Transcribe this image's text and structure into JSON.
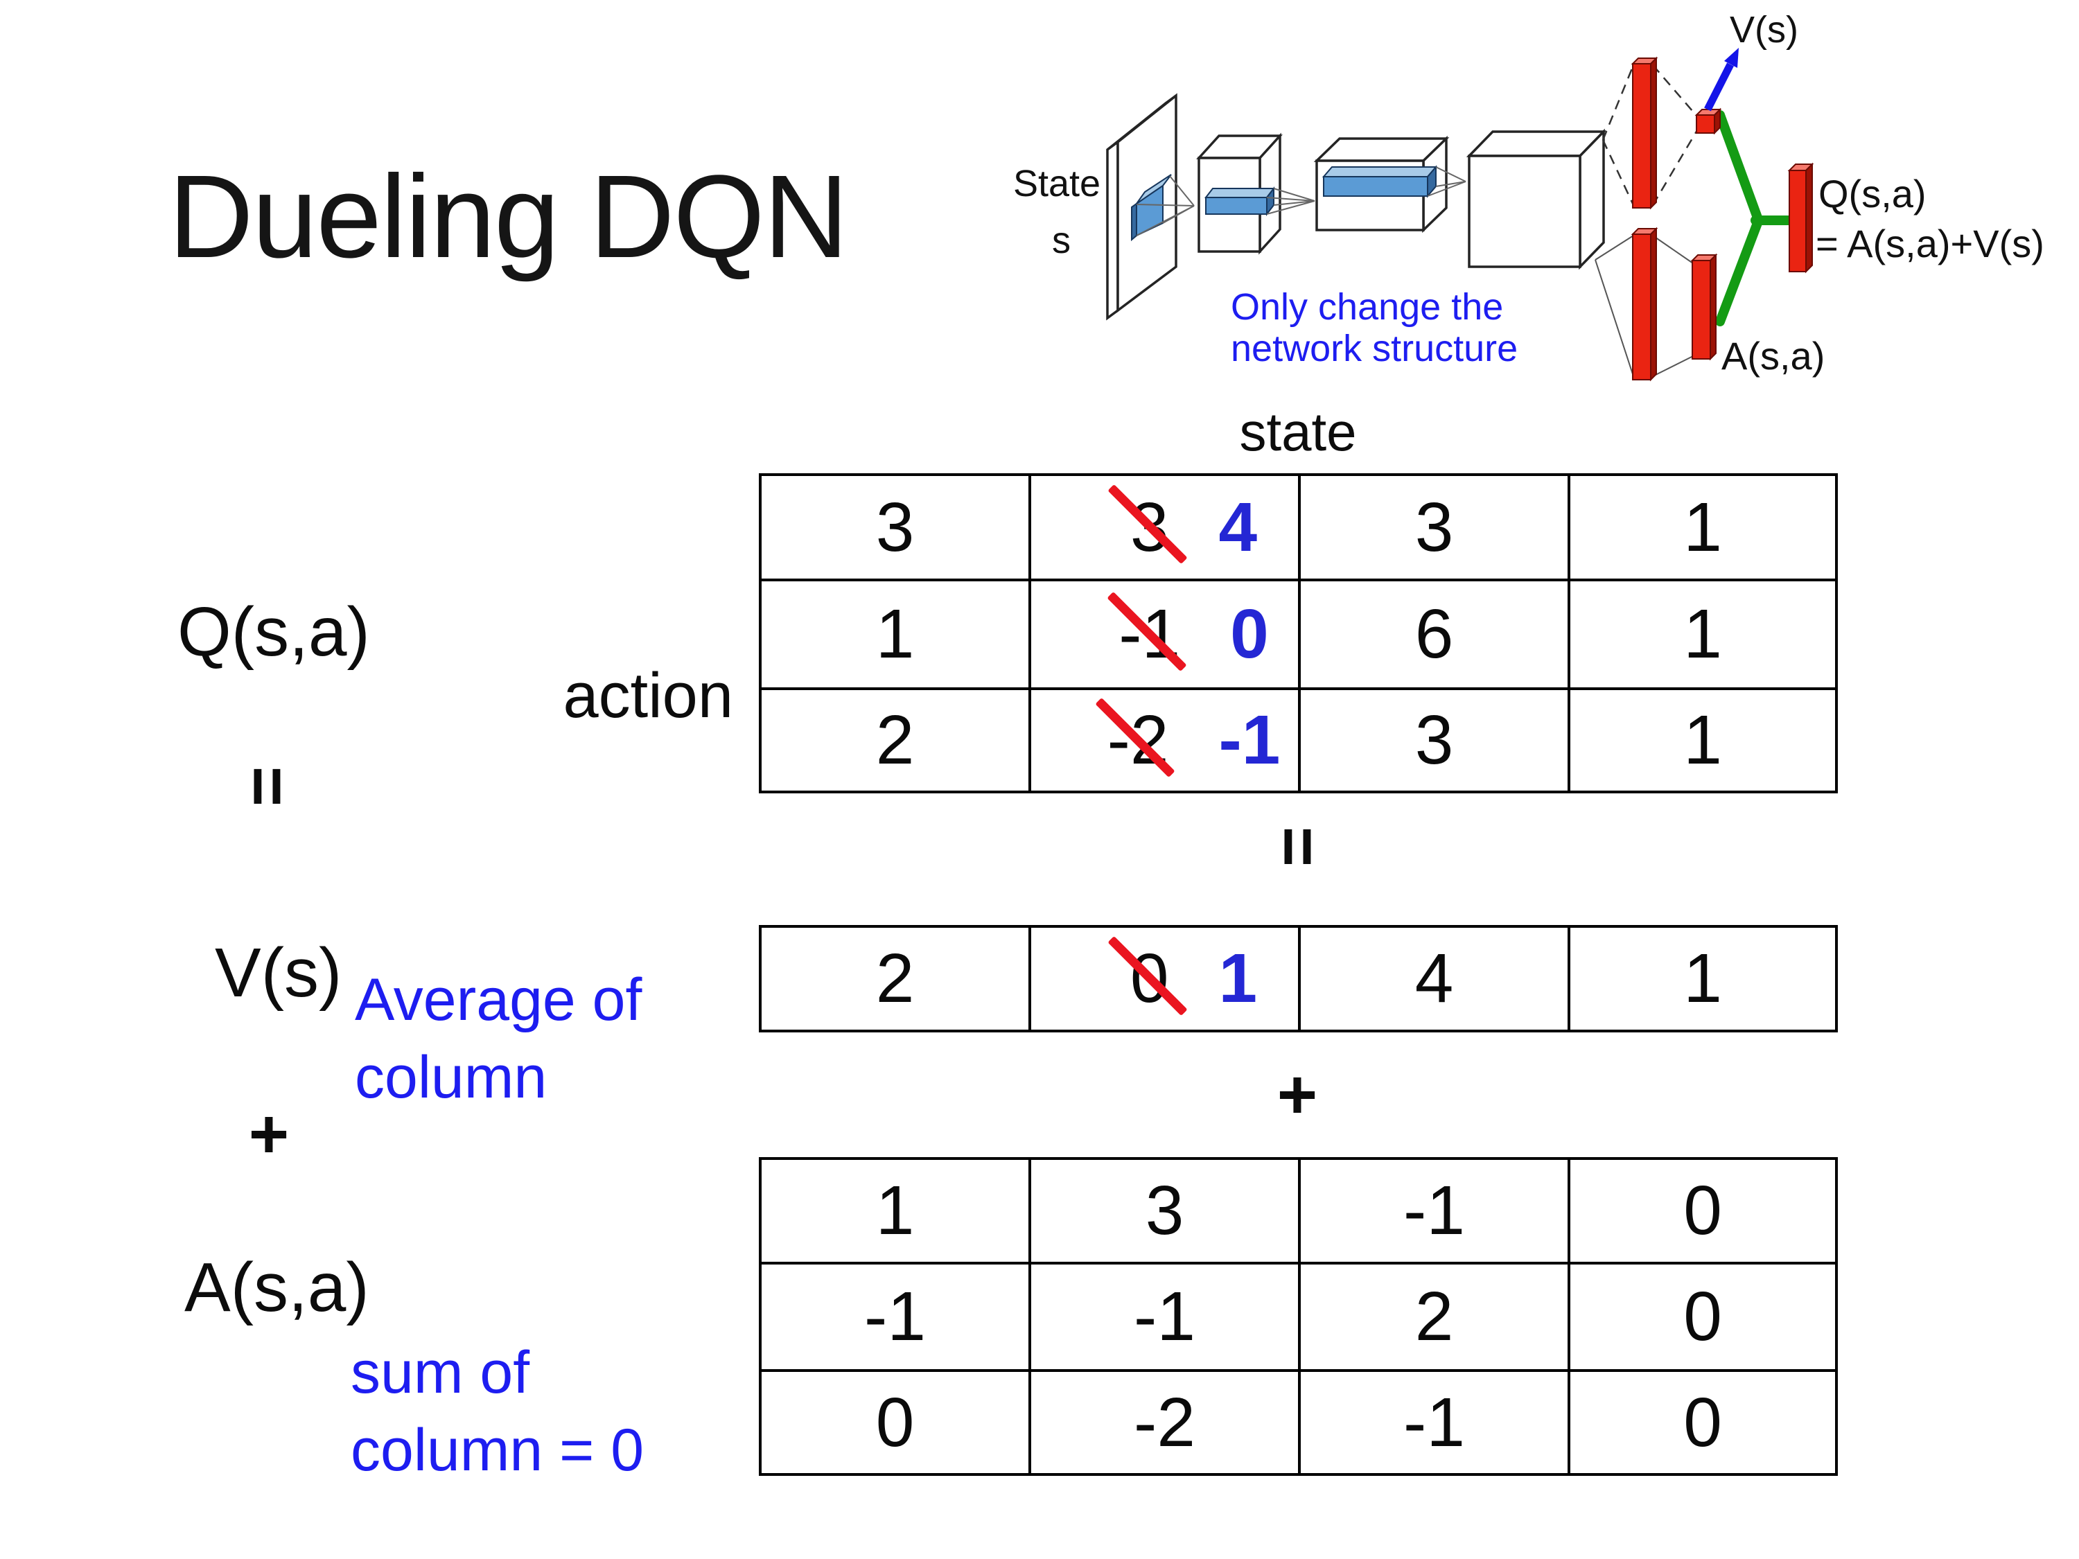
{
  "slide": {
    "title": "Dueling DQN",
    "background": "#ffffff"
  },
  "network_diagram": {
    "state_label": [
      "State",
      "s"
    ],
    "note": [
      "Only change the",
      "network structure"
    ],
    "v_output_label": "V(s)",
    "q_output_label": "Q(s,a)",
    "q_output_formula": "= A(s,a)+V(s)",
    "a_output_label": "A(s,a)",
    "colors": {
      "box_stroke": "#242424",
      "feature_blue": "#5b9bd5",
      "feature_blue_light": "#a8cbe8",
      "feature_blue_dark": "#35699f",
      "fc_red": "#ea2412",
      "fc_red_light": "#f5796d",
      "fc_red_dark": "#9c1205",
      "merge_green": "#149b14",
      "arrow_blue": "#1414e8"
    }
  },
  "equation": {
    "q_label": "Q(s,a)",
    "equals_left": "=",
    "v_label": "V(s)",
    "plus_left": "+",
    "a_label": "A(s,a)",
    "state_header": "state",
    "action_header": "action",
    "equals_center": "=",
    "plus_center": "+",
    "average_note": [
      "Average of",
      "column"
    ],
    "sum_note": [
      "sum of",
      "column = 0"
    ],
    "colors": {
      "strike_red": "#ea1520",
      "new_blue": "#2427d4",
      "note_blue": "#1d1df0"
    },
    "q_table": {
      "rows": [
        [
          {
            "v": "3"
          },
          {
            "old": "3",
            "new": "4"
          },
          {
            "v": "3"
          },
          {
            "v": "1"
          }
        ],
        [
          {
            "v": "1"
          },
          {
            "old": "-1",
            "new": "0"
          },
          {
            "v": "6"
          },
          {
            "v": "1"
          }
        ],
        [
          {
            "v": "2"
          },
          {
            "old": "-2",
            "new": "-1"
          },
          {
            "v": "3"
          },
          {
            "v": "1"
          }
        ]
      ]
    },
    "v_table": {
      "rows": [
        [
          {
            "v": "2"
          },
          {
            "old": "0",
            "new": "1"
          },
          {
            "v": "4"
          },
          {
            "v": "1"
          }
        ]
      ]
    },
    "a_table": {
      "rows": [
        [
          {
            "v": "1"
          },
          {
            "v": "3"
          },
          {
            "v": "-1"
          },
          {
            "v": "0"
          }
        ],
        [
          {
            "v": "-1"
          },
          {
            "v": "-1"
          },
          {
            "v": "2"
          },
          {
            "v": "0"
          }
        ],
        [
          {
            "v": "0"
          },
          {
            "v": "-2"
          },
          {
            "v": "-1"
          },
          {
            "v": "0"
          }
        ]
      ]
    }
  }
}
